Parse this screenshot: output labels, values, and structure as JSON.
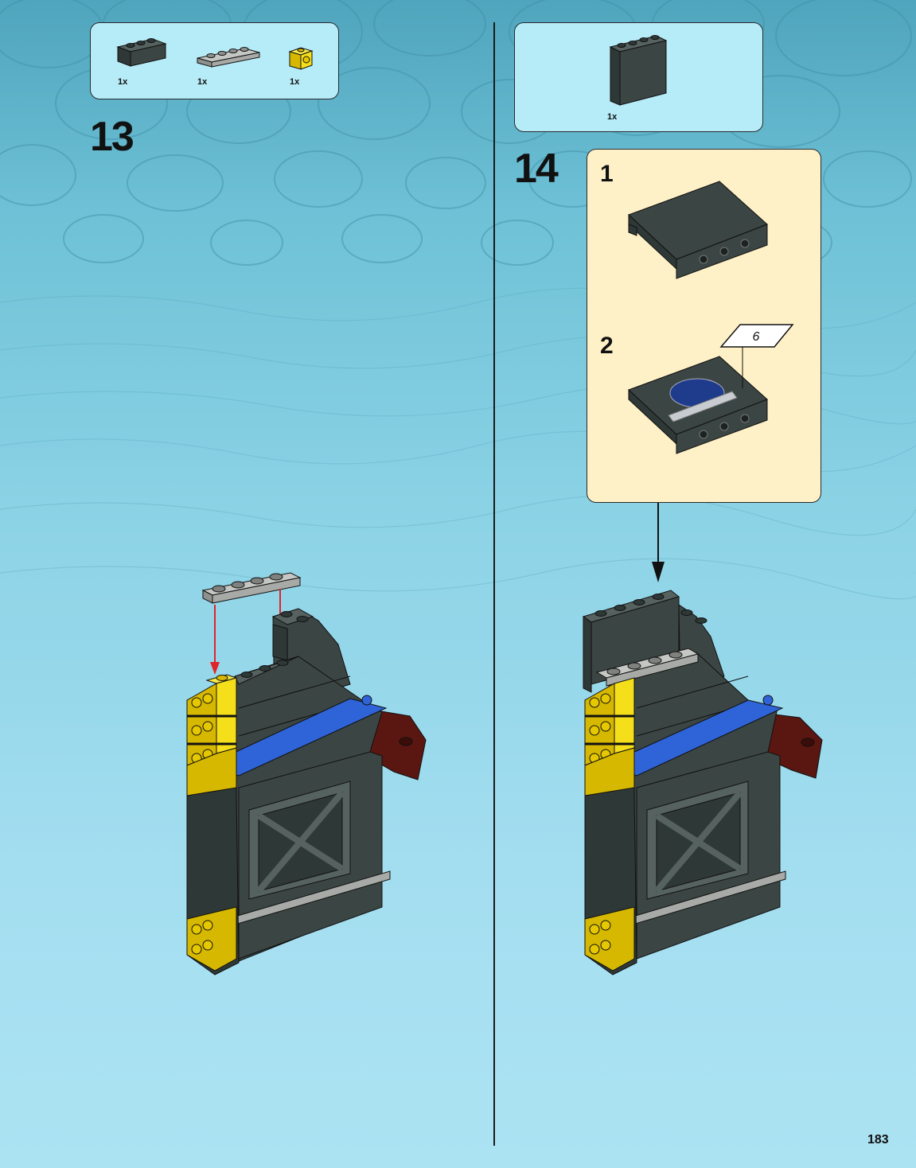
{
  "page": {
    "number": "183"
  },
  "colors": {
    "dark_gray": "#3b4543",
    "light_gray": "#a7aaa7",
    "yellow": "#f5de1a",
    "blue": "#2e64d8",
    "dark_red": "#5a1610",
    "callout_bg": "#b6ecf8",
    "subassembly_bg": "#fff1c7",
    "arrow_red": "#e0242b"
  },
  "step13": {
    "number": "13",
    "parts": [
      {
        "name": "dark gray 1x3 brick",
        "qty": "1x"
      },
      {
        "name": "light gray 1x4 plate",
        "qty": "1x"
      },
      {
        "name": "yellow 1x1 brick with stud",
        "qty": "1x"
      }
    ]
  },
  "step14": {
    "number": "14",
    "parts": [
      {
        "name": "dark gray 1x4x3 panel",
        "qty": "1x"
      }
    ],
    "subassembly": {
      "steps": [
        {
          "number": "1"
        },
        {
          "number": "2",
          "sticker": "6"
        }
      ]
    }
  }
}
